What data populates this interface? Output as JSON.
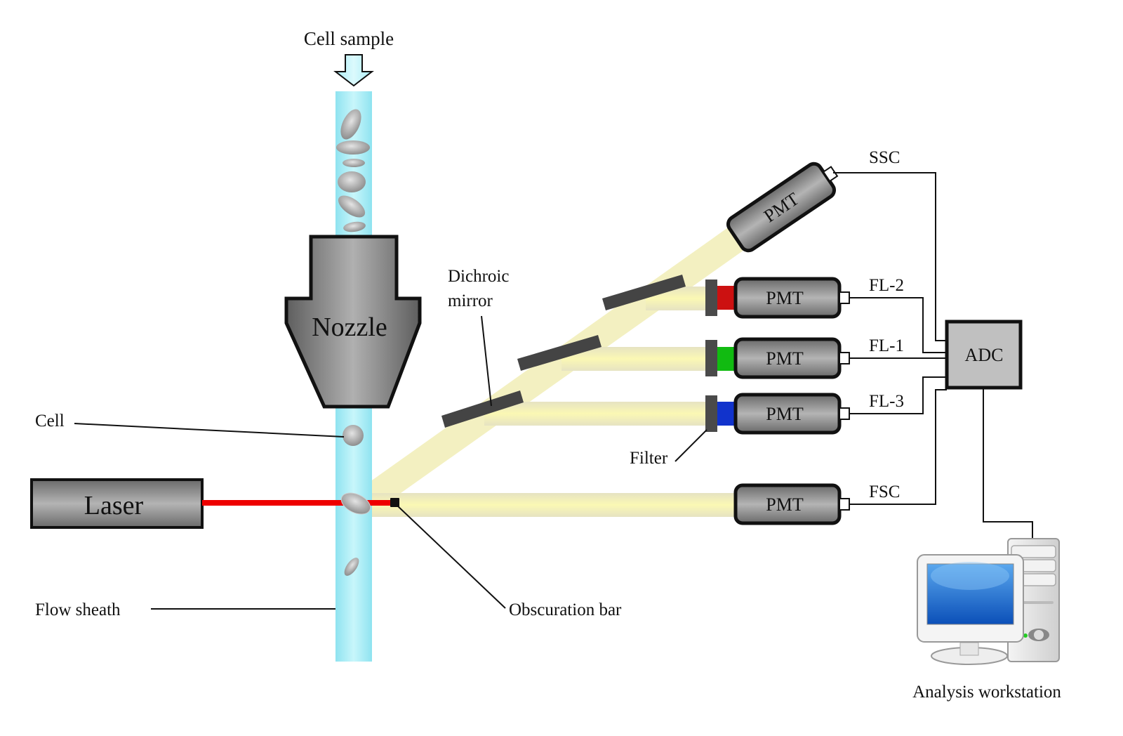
{
  "labels": {
    "cell_sample": "Cell sample",
    "nozzle": "Nozzle",
    "laser": "Laser",
    "cell": "Cell",
    "flow_sheath": "Flow sheath",
    "dichroic_mirror_line1": "Dichroic",
    "dichroic_mirror_line2": "mirror",
    "filter": "Filter",
    "obscuration_bar": "Obscuration bar",
    "adc": "ADC",
    "analysis_workstation": "Analysis workstation"
  },
  "detectors": [
    {
      "id": "ssc",
      "pmt_label": "PMT",
      "signal": "SSC",
      "filter_color": null
    },
    {
      "id": "fl2",
      "pmt_label": "PMT",
      "signal": "FL-2",
      "filter_color": "#cc1111"
    },
    {
      "id": "fl1",
      "pmt_label": "PMT",
      "signal": "FL-1",
      "filter_color": "#11bb11"
    },
    {
      "id": "fl3",
      "pmt_label": "PMT",
      "signal": "FL-3",
      "filter_color": "#1133cc"
    },
    {
      "id": "fsc",
      "pmt_label": "PMT",
      "signal": "FSC",
      "filter_color": null
    }
  ],
  "colors": {
    "sheath": "#9eeaf5",
    "laser_beam": "#ee0000",
    "light_path": "#f3f0b8",
    "pmt_body": "#888888",
    "mirror": "#444444",
    "adc_fill": "#c0c0c0"
  }
}
